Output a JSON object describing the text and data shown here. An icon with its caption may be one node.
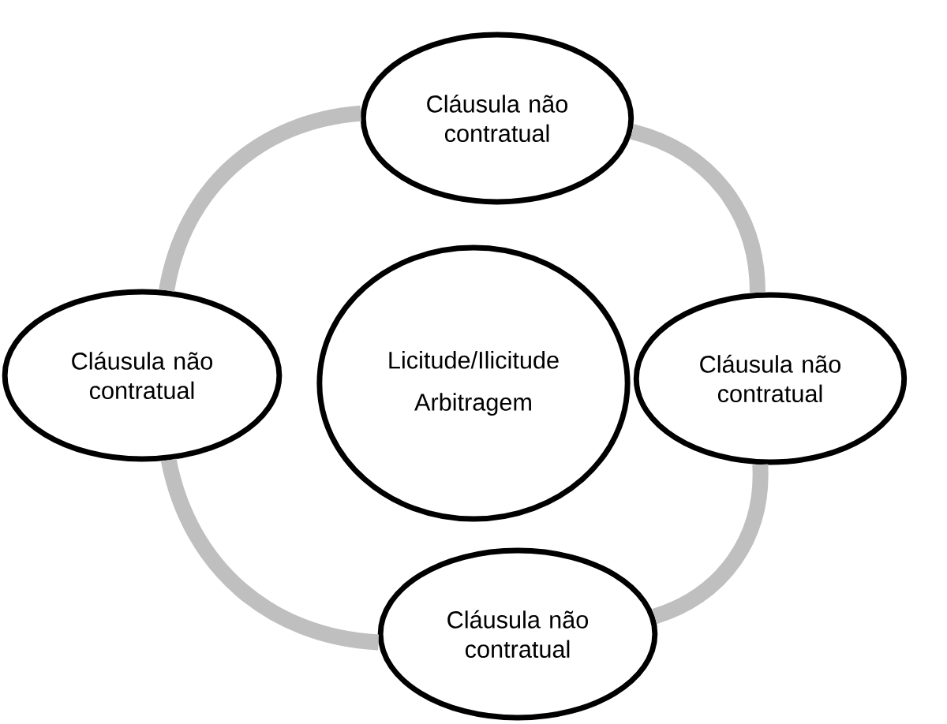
{
  "diagram": {
    "nodes": [
      {
        "text": [
          "Cláusula não contratual"
        ]
      },
      {
        "text": [
          "Cláusula não contratual"
        ]
      },
      {
        "text": [
          "Licitude/Ilicitude",
          "Arbitragem"
        ]
      },
      {
        "text": [
          "Cláusula não contratual"
        ]
      },
      {
        "text": [
          "Cláusula não contratual"
        ]
      }
    ],
    "edges": [
      {
        "from": 0,
        "to": 3,
        "arrow": "none"
      },
      {
        "from": 3,
        "to": 4,
        "arrow": "none"
      },
      {
        "from": 4,
        "to": 1,
        "arrow": "none"
      },
      {
        "from": 1,
        "to": 0,
        "arrow": "none"
      }
    ]
  }
}
